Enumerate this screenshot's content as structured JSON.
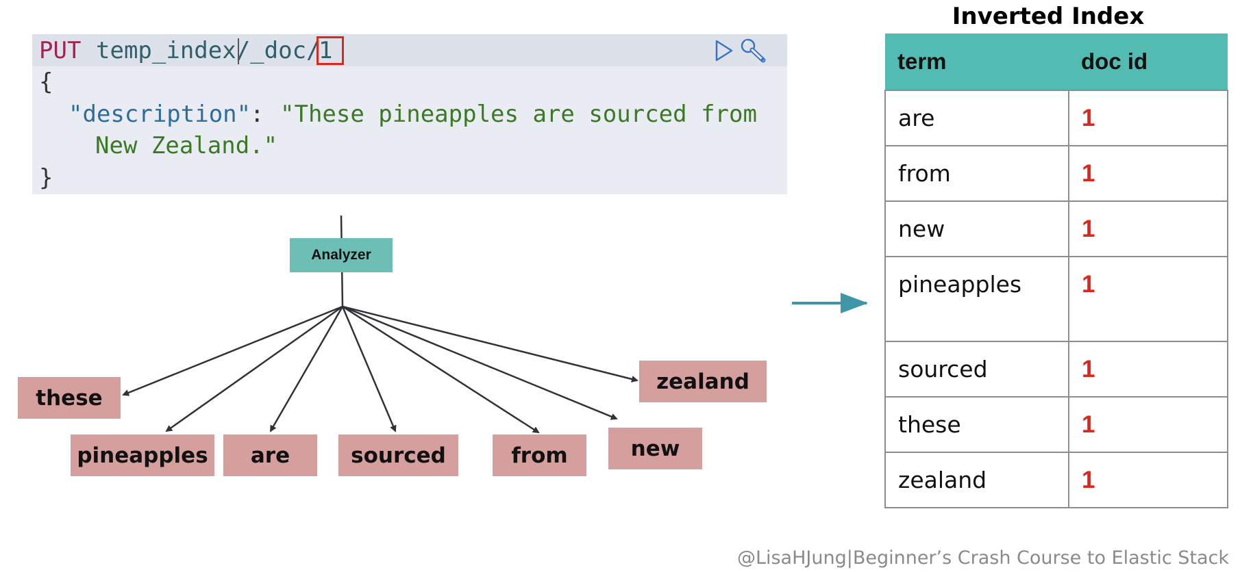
{
  "code": {
    "method": "PUT",
    "path": "temp_index/_doc/",
    "doc_id": "1",
    "brace_open": "{",
    "key": "\"description\"",
    "colon": ":",
    "value_line1": "\"These pineapples are sourced from",
    "value_line2": "New Zealand.\"",
    "brace_close": "}",
    "icons": [
      "play-icon",
      "wrench-icon"
    ]
  },
  "diagram": {
    "analyzer_label": "Analyzer",
    "tokens": [
      "these",
      "pineapples",
      "are",
      "sourced",
      "from",
      "new",
      "zealand"
    ]
  },
  "inverted_index": {
    "title": "Inverted Index",
    "headers": [
      "term",
      "doc id"
    ],
    "rows": [
      {
        "term": "are",
        "doc_id": "1"
      },
      {
        "term": "from",
        "doc_id": "1"
      },
      {
        "term": "new",
        "doc_id": "1"
      },
      {
        "term": "pineapples",
        "doc_id": "1"
      },
      {
        "term": "sourced",
        "doc_id": "1"
      },
      {
        "term": "these",
        "doc_id": "1"
      },
      {
        "term": "zealand",
        "doc_id": "1"
      }
    ]
  },
  "colors": {
    "analyzer": "#6dbfb5",
    "token": "#d59f9d",
    "table_header": "#52bcb2",
    "highlight": "#e0251c",
    "arrow": "#3f96a7"
  },
  "footer": "@LisaHJung|Beginner’s Crash Course to Elastic Stack"
}
